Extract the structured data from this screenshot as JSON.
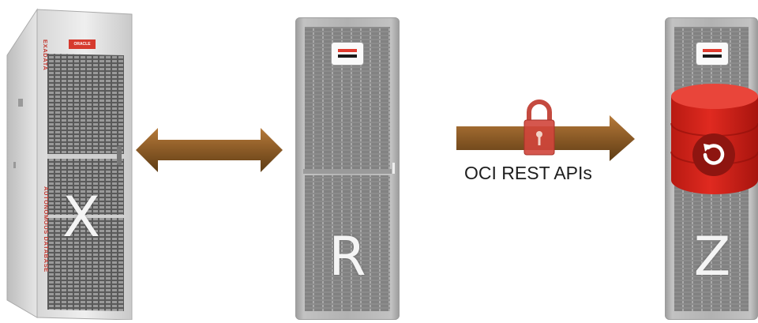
{
  "racks": {
    "exadata": {
      "letter": "X",
      "brand_badge": "ORACLE",
      "product_label": "EXADATA",
      "side_label": "AUTONOMOUS DATABASE"
    },
    "recovery": {
      "letter": "R"
    },
    "zdlra": {
      "letter": "Z"
    }
  },
  "connection": {
    "label": "OCI REST APIs"
  },
  "colors": {
    "arrow_dark": "#6e4a1c",
    "arrow_light": "#b67a3a",
    "lock_red": "#d0453b",
    "db_red": "#d9231a",
    "rack_gray": "#b4b4b4"
  },
  "icons": [
    "double-arrow-icon",
    "arrow-right-icon",
    "padlock-icon",
    "database-icon",
    "restore-icon",
    "oracle-logo-icon"
  ]
}
